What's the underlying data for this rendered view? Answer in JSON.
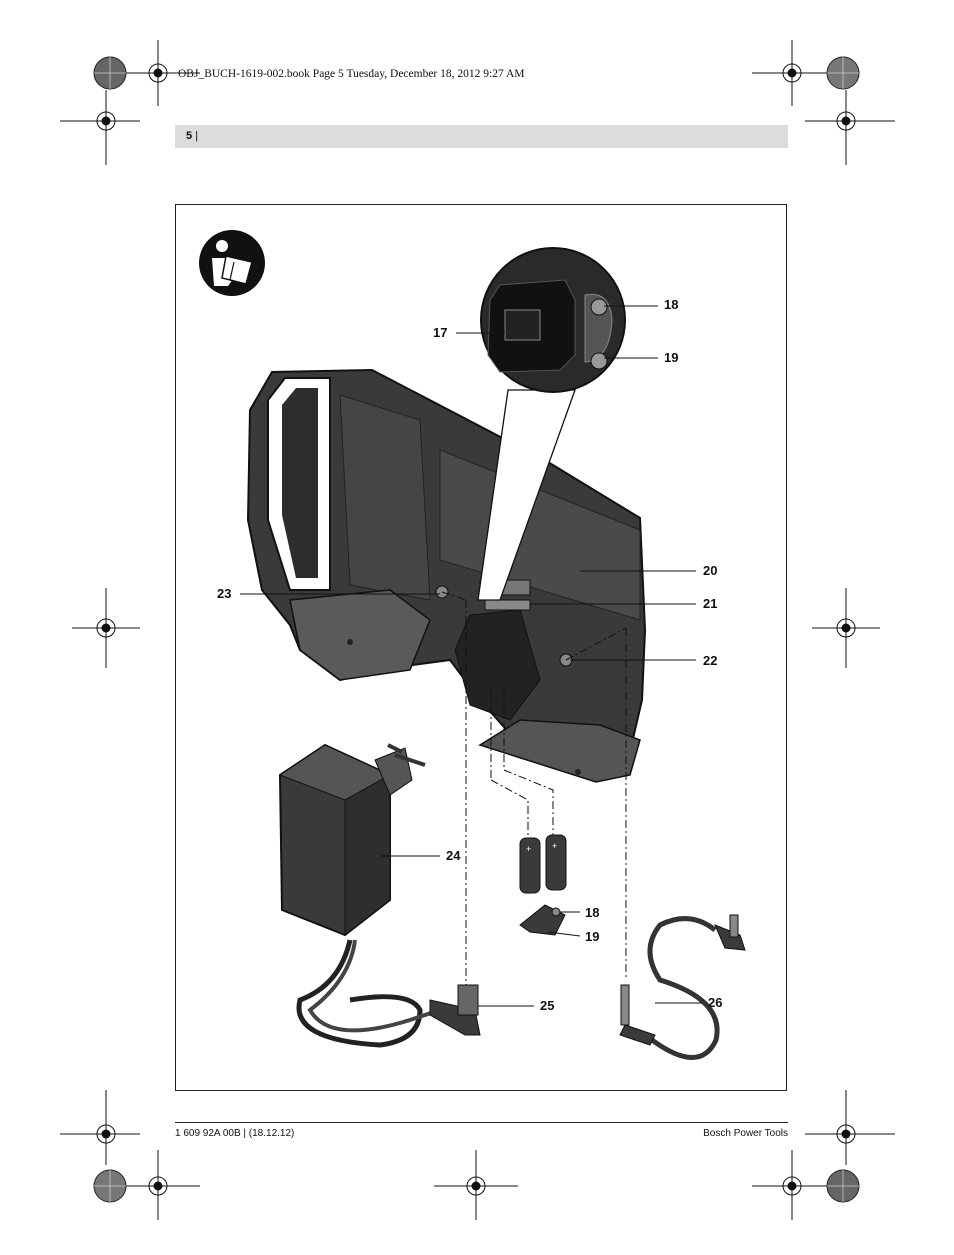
{
  "header": {
    "book_line": "OBJ_BUCH-1619-002.book  Page 5  Tuesday, December 18, 2012  9:27 AM",
    "page_number": "5",
    "page_separator": "|"
  },
  "figure": {
    "icon": "read-manual-icon",
    "callouts": {
      "c17": "17",
      "c18_top": "18",
      "c19_top": "19",
      "c20": "20",
      "c21": "21",
      "c22": "22",
      "c23": "23",
      "c24": "24",
      "c18_bottom": "18",
      "c19_bottom": "19",
      "c25": "25",
      "c26": "26"
    }
  },
  "footer": {
    "left": "1 609 92A 00B | (18.12.12)",
    "right": "Bosch Power Tools"
  }
}
